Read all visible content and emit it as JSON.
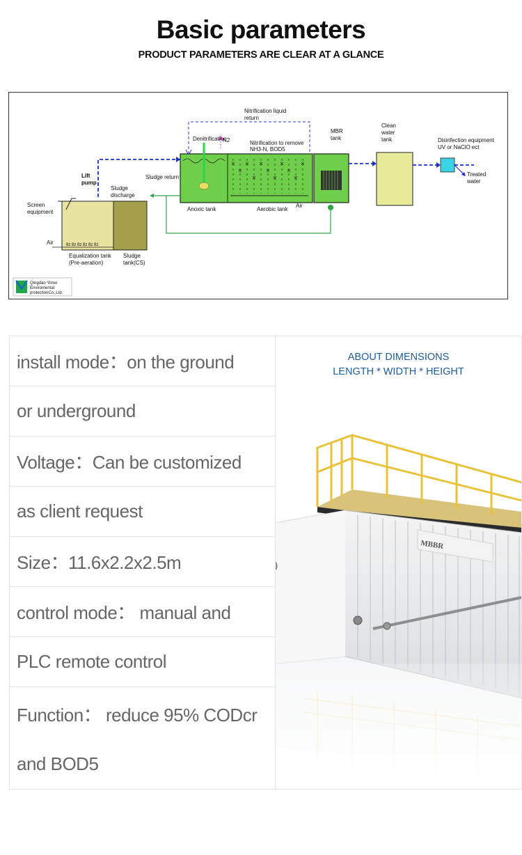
{
  "header": {
    "title": "Basic parameters",
    "subtitle": "PRODUCT PARAMETERS ARE CLEAR AT A GLANCE"
  },
  "diagram": {
    "labels": {
      "nitrification_return": [
        "Nitrification liquid",
        "return"
      ],
      "denitrification": "Denitrification",
      "n2": "N2",
      "nitrification_remove": [
        "Nitrification to remove",
        "NH3-N, BOD5"
      ],
      "mbr_tank": [
        "MBR",
        "tank"
      ],
      "clean_water_tank": [
        "Clean",
        "water",
        "tank"
      ],
      "disinfection": [
        "Disinfection equipment",
        "UV or NaClO ect"
      ],
      "treated_water": [
        "Treated",
        "water"
      ],
      "lift_pump": [
        "Lift",
        "pump"
      ],
      "sludge_return": "Sludge return",
      "sludge_discharge": [
        "Sludge",
        "discharge"
      ],
      "screen_equipment": [
        "Screen",
        "equipment"
      ],
      "air_left": "Air",
      "anoxic_tank": "Anoxic tank",
      "aerobic_tank": "Aerobic tank",
      "air_right": "Air",
      "equalization_tank": [
        "Equalization tank",
        "(Pre-aeration)"
      ],
      "sludge_tank": [
        "Sludge",
        "tank(CS)"
      ],
      "company": [
        "Qingdao Yimei",
        "Enviromental",
        "protectionCo.,Ltd."
      ]
    }
  },
  "specs": [
    "install mode：on the ground",
    "or underground",
    "Voltage：Can be customized",
    "as client request",
    " Size：11.6x2.2x2.5m",
    "control mode： manual and",
    "PLC remote control"
  ],
  "spec_function": [
    "Function： reduce 95% CODcr",
    " and BOD5"
  ],
  "dimensions": {
    "line1": "ABOUT DIMENSIONS",
    "line2": "LENGTH * WIDTH * HEIGHT"
  },
  "container_logo": "MBBR",
  "colors": {
    "tank_green": "#6fcf4a",
    "equalization_fill": "#e8e2a0",
    "sludge_tank_fill": "#a39f4a",
    "flow_blue": "#1a2fd0",
    "return_green": "#2aa84a",
    "disinfection_cyan": "#3cd3e6",
    "railing_yellow": "#e8c33a",
    "dimension_text": "#1f5c9c"
  }
}
